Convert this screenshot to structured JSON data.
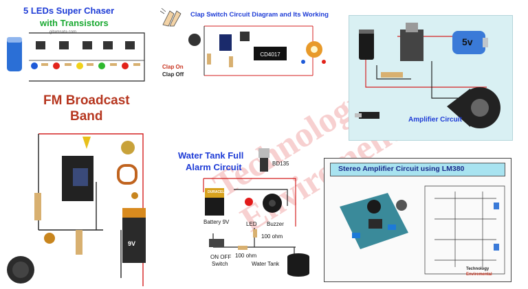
{
  "watermark": {
    "line1": "Technology",
    "line2": "Enviremental"
  },
  "led_chaser": {
    "title_line1": "5 LEDs Super Chaser",
    "title_line2": "with Transistors",
    "credit": "gitamsata.com"
  },
  "clap_switch": {
    "title": "Clap Switch Circuit Diagram and Its Working",
    "chip_label": "CD4017",
    "clap_on": "Clap On",
    "clap_off": "Clap Off"
  },
  "amplifier": {
    "title": "Amplifier Circuit",
    "battery_label": "5v"
  },
  "fm": {
    "title_line1": "FM Broadcast",
    "title_line2": "Band",
    "battery_label": "9V"
  },
  "water_tank": {
    "title_line1": "Water Tank Full",
    "title_line2": "Alarm Circuit",
    "transistor_label": "BD135",
    "battery_label": "Battery 9V",
    "led_label": "LED",
    "buzzer_label": "Buzzer",
    "resistor1_label": "100 ohm",
    "resistor2_label": "100 ohm",
    "switch_label_line1": "ON OFF",
    "switch_label_line2": "Switch",
    "tank_label": "Water Tank",
    "battery_brand": "DURACELL"
  },
  "stereo": {
    "title": "Stereo Amplifier Circuit using LM380",
    "logo_line1": "Technology",
    "logo_line2": "Enviremental"
  },
  "colors": {
    "blue_title": "#1d3bd6",
    "green_title": "#17a82f",
    "red_title": "#c8321e",
    "amp_bg": "#d9f0f3",
    "stereo_header": "#a8e3f0",
    "wire_red": "#d42020"
  }
}
